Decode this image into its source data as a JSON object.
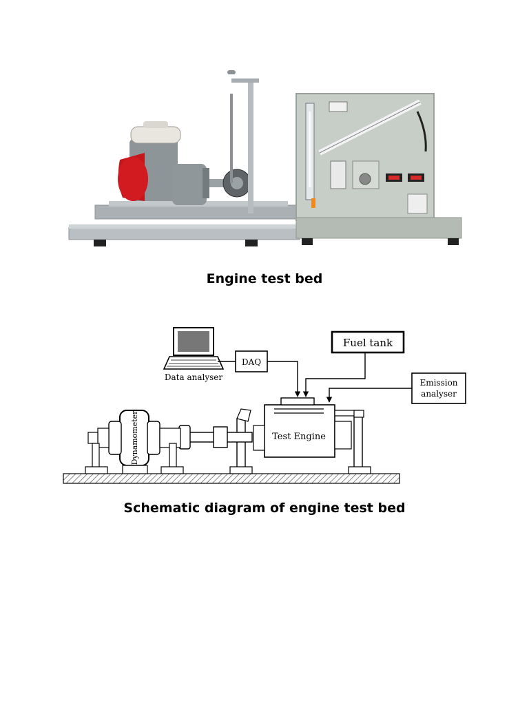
{
  "captions": {
    "photo": "Engine test bed",
    "schematic": "Schematic diagram of engine test bed"
  },
  "schematic": {
    "labels": {
      "data_analyser": "Data analyser",
      "daq": "DAQ",
      "fuel_tank": "Fuel tank",
      "emission_line1": "Emission",
      "emission_line2": "analyser",
      "test_engine": "Test Engine",
      "dynamometer": "Dynamometer"
    }
  }
}
